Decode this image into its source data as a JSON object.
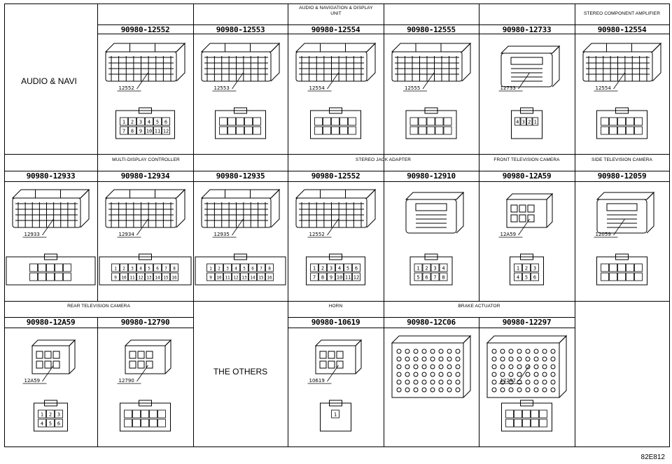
{
  "headers": {
    "audio_nav_unit_line1": "AUDIO & NAVIGATION & DISPLAY",
    "audio_nav_unit_line2": "UNIT",
    "stereo_amp": "STEREO COMPONENT AMPLIFIER",
    "multi_display": "MULTI-DISPLAY CONTROLLER",
    "stereo_jack": "STEREO JACK ADAPTER",
    "front_tv": "FRONT TELEVISION CAMERA",
    "side_tv": "SIDE TELEVISION CAMERA",
    "rear_tv": "REAR TELEVISION CAMERA",
    "horn": "HORN",
    "brake": "BRAKE ACTUATOR"
  },
  "row_labels": {
    "audio_navi": "AUDIO & NAVI",
    "others": "THE OTHERS"
  },
  "parts": [
    {
      "id": "p01",
      "number": "90980-12552",
      "tag": "12552",
      "face": [
        "1",
        "2",
        "3",
        "4",
        "5",
        "6",
        "7",
        "8",
        "9",
        "10",
        "11",
        "12"
      ]
    },
    {
      "id": "p02",
      "number": "90980-12553",
      "tag": "12553"
    },
    {
      "id": "p03",
      "number": "90980-12554",
      "tag": "12554"
    },
    {
      "id": "p04",
      "number": "90980-12555",
      "tag": "12555"
    },
    {
      "id": "p05",
      "number": "90980-12733",
      "tag": "12733",
      "face": [
        "4",
        "3",
        "2",
        "1"
      ]
    },
    {
      "id": "p06",
      "number": "90980-12554",
      "tag": "12554"
    },
    {
      "id": "p07",
      "number": "90980-12933",
      "tag": "12933"
    },
    {
      "id": "p08",
      "number": "90980-12934",
      "tag": "12934",
      "face": [
        "1",
        "2",
        "3",
        "4",
        "5",
        "6",
        "7",
        "8",
        "9",
        "10",
        "11",
        "12",
        "13",
        "14",
        "15",
        "16"
      ]
    },
    {
      "id": "p09",
      "number": "90980-12935",
      "tag": "12935",
      "face": [
        "1",
        "2",
        "3",
        "4",
        "5",
        "6",
        "7",
        "8",
        "9",
        "10",
        "11",
        "12",
        "13",
        "14",
        "15",
        "16"
      ]
    },
    {
      "id": "p10",
      "number": "90980-12552",
      "tag": "12552",
      "face": [
        "1",
        "2",
        "3",
        "4",
        "5",
        "6",
        "7",
        "8",
        "9",
        "10",
        "11",
        "12"
      ]
    },
    {
      "id": "p11",
      "number": "90980-12910",
      "tag": "",
      "face": [
        "1",
        "2",
        "3",
        "4",
        "5",
        "6",
        "7",
        "8"
      ]
    },
    {
      "id": "p12",
      "number": "90980-12A59",
      "tag": "12A59",
      "face": [
        "1",
        "2",
        "3",
        "4",
        "5",
        "6"
      ]
    },
    {
      "id": "p13",
      "number": "90980-12059",
      "tag": "12059"
    },
    {
      "id": "p14",
      "number": "90980-12A59",
      "tag": "12A59",
      "face": [
        "1",
        "2",
        "3",
        "4",
        "5",
        "6"
      ]
    },
    {
      "id": "p15",
      "number": "90980-12790",
      "tag": "12790"
    },
    {
      "id": "p16",
      "number": "90980-10619",
      "tag": "10619",
      "face": [
        "1"
      ]
    },
    {
      "id": "p17",
      "number": "90980-12C06",
      "tag": ""
    },
    {
      "id": "p18",
      "number": "90980-12297",
      "tag": "12297"
    }
  ],
  "figure_code": "82E812"
}
